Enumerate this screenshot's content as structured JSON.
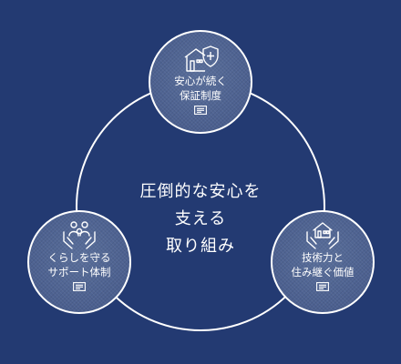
{
  "center_title": [
    "圧倒的な安心を",
    "支える",
    "取り組み"
  ],
  "nodes": [
    {
      "id": "top",
      "lines": [
        "安心が続く",
        "保証制度"
      ],
      "icon": "house-shield-icon"
    },
    {
      "id": "left",
      "lines": [
        "くらしを守る",
        "サポート体制"
      ],
      "icon": "family-hands-icon"
    },
    {
      "id": "right",
      "lines": [
        "技術力と",
        "住み継ぐ価値"
      ],
      "icon": "house-hands-icon"
    }
  ],
  "colors": {
    "background": "#233a72",
    "ring": "#ffffff",
    "node_fill": "#4f6491"
  }
}
